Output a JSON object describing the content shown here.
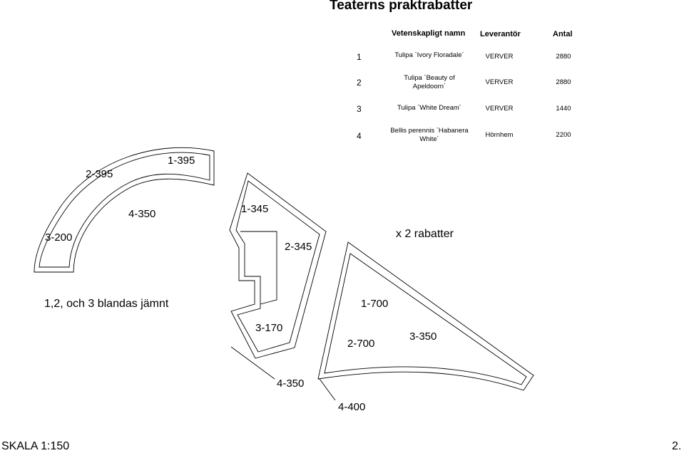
{
  "title": "Teaterns praktrabatter",
  "table": {
    "headers": [
      "Vetenskapligt namn",
      "Leverantör",
      "Antal"
    ],
    "rows": [
      {
        "nr": "1",
        "name": "Tulipa `Ivory Floradale´",
        "supplier": "VERVER",
        "count": "2880"
      },
      {
        "nr": "2",
        "name": "Tulipa `Beauty of Apeldoorn´",
        "supplier": "VERVER",
        "count": "2880"
      },
      {
        "nr": "3",
        "name": "Tulipa `White Dream´",
        "supplier": "VERVER",
        "count": "1440"
      },
      {
        "nr": "4",
        "name": "Bellis perennis `Habanera White´",
        "supplier": "Hörnhem",
        "count": "2200"
      }
    ]
  },
  "labels": {
    "a_2_395": "2-395",
    "a_1_395": "1-395",
    "a_4_350": "4-350",
    "a_3_200": "3-200",
    "b_1_345": "1-345",
    "b_2_345": "2-345",
    "b_3_170": "3-170",
    "b_4_350": "4-350",
    "c_1_700": "1-700",
    "c_2_700": "2-700",
    "c_3_350": "3-350",
    "c_4_400": "4-400"
  },
  "notes": {
    "multiplier": "x 2 rabatter",
    "mix": "1,2, och 3 blandas jämnt",
    "scale": "SKALA 1:150",
    "page": "2."
  }
}
